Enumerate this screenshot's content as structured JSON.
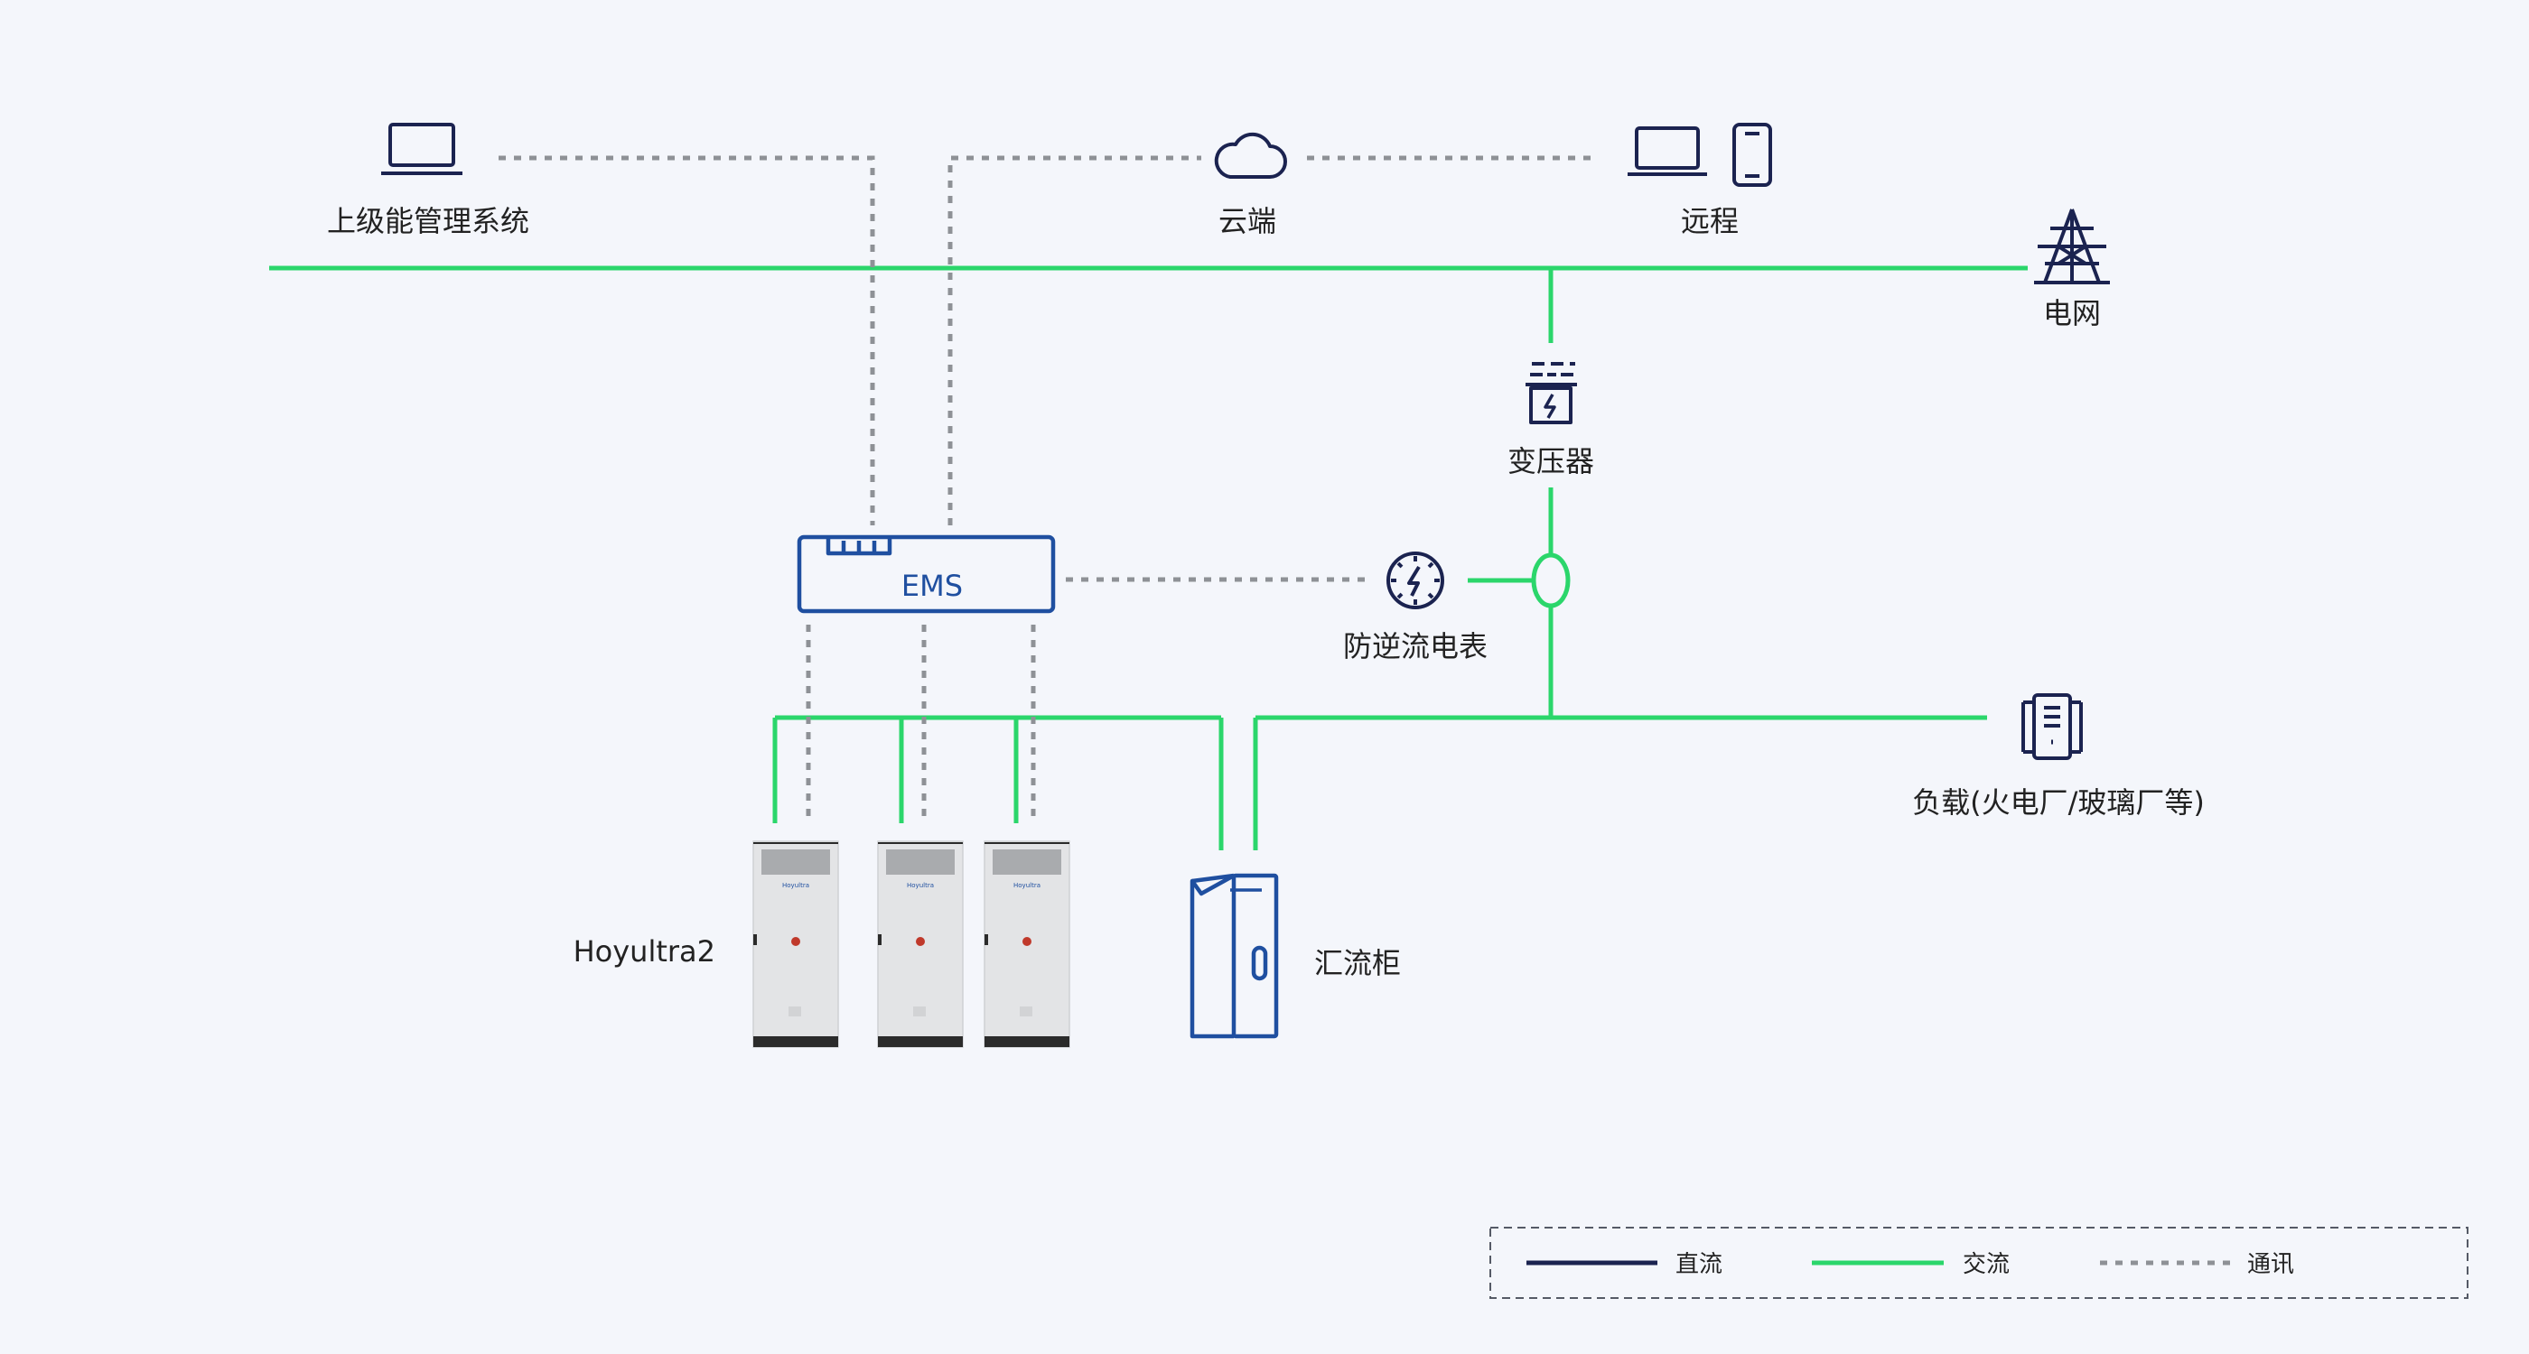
{
  "nodes": {
    "upper_ems": "上级能管理系统",
    "cloud": "云端",
    "remote": "远程",
    "grid": "电网",
    "transformer": "变压器",
    "ems": "EMS",
    "meter": "防逆流电表",
    "load": "负载(火电厂/玻璃厂等)",
    "battery": "Hoyultra2",
    "combiner": "汇流柜"
  },
  "legend": {
    "dc": "直流",
    "ac": "交流",
    "comm": "通讯"
  },
  "colors": {
    "background": "#f4f6fb",
    "ac_line": "#2bd66b",
    "dc_line": "#1b2350",
    "comm_line": "#8e9196",
    "icon_navy": "#1b2350",
    "ems_blue": "#1f4fa0"
  },
  "icons": {
    "upper_ems": "laptop-icon",
    "cloud": "cloud-icon",
    "remote": [
      "laptop-icon",
      "phone-icon"
    ],
    "grid": "power-tower-icon",
    "transformer": "transformer-icon",
    "meter": "meter-icon",
    "load": "factory-load-icon",
    "combiner": "cabinet-icon"
  }
}
